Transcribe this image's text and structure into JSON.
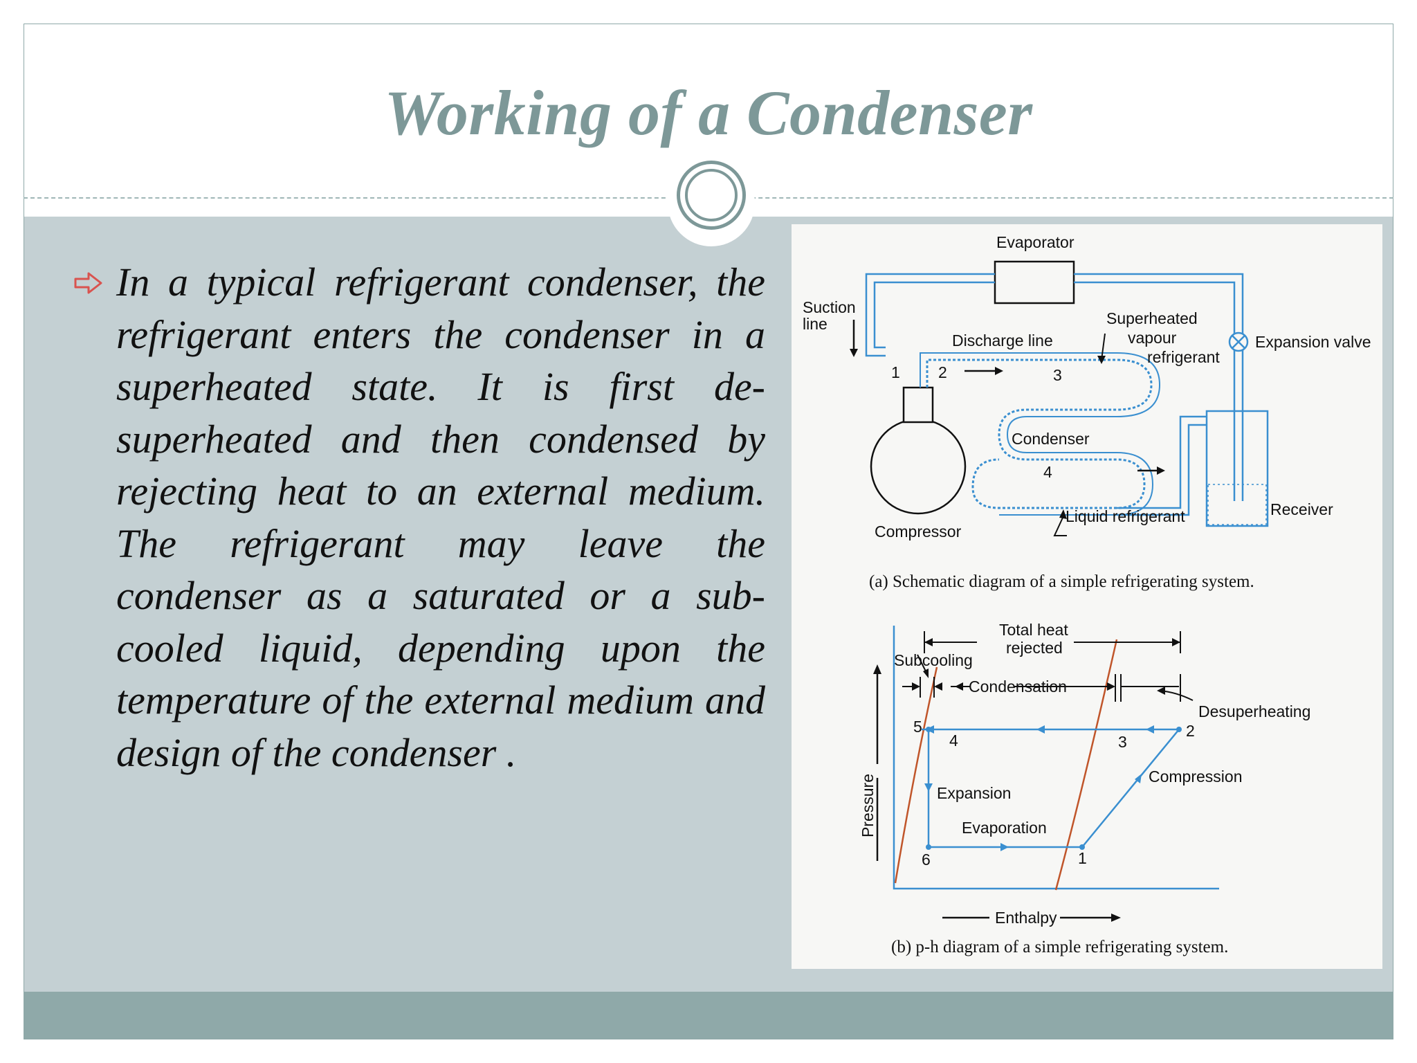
{
  "slide": {
    "title": "Working of a Condenser",
    "body": "In a typical refrigerant condenser, the refrigerant enters the condenser in a superheated state. It is first de-superheated and then condensed by rejecting heat to an external medium. The refrigerant may leave the condenser as a saturated or a sub-cooled liquid, depending upon the temperature of the external medium and design of the condenser ."
  },
  "colors": {
    "title": "#7d9898",
    "panel": "#c4d0d3",
    "footer": "#8fa9a9",
    "bullet": "#d9534f",
    "diagram_blue": "#3a8fd0",
    "diagram_brown": "#c0552a"
  },
  "schematic": {
    "evaporator": "Evaporator",
    "suction_line_1": "Suction",
    "suction_line_2": "line",
    "discharge_line": "Discharge line",
    "superheated_1": "Superheated",
    "superheated_2": "vapour",
    "superheated_3": "refrigerant",
    "expansion_valve": "Expansion valve",
    "condenser": "Condenser",
    "compressor": "Compressor",
    "liquid_refrigerant": "Liquid refrigerant",
    "receiver": "Receiver",
    "pt1": "1",
    "pt2": "2",
    "pt3": "3",
    "pt4": "4",
    "caption_a": "(a) Schematic diagram of a simple refrigerating system."
  },
  "ph_diagram": {
    "total_heat_1": "Total heat",
    "total_heat_2": "rejected",
    "subcooling": "Subcooling",
    "condensation": "Condensation",
    "desuperheating": "Desuperheating",
    "compression": "Compression",
    "expansion": "Expansion",
    "evaporation": "Evaporation",
    "pressure": "Pressure",
    "enthalpy": "Enthalpy",
    "p1": "1",
    "p2": "2",
    "p3": "3",
    "p4": "4",
    "p5": "5",
    "p6": "6",
    "caption_b": "(b) p-h diagram of a simple refrigerating system."
  }
}
